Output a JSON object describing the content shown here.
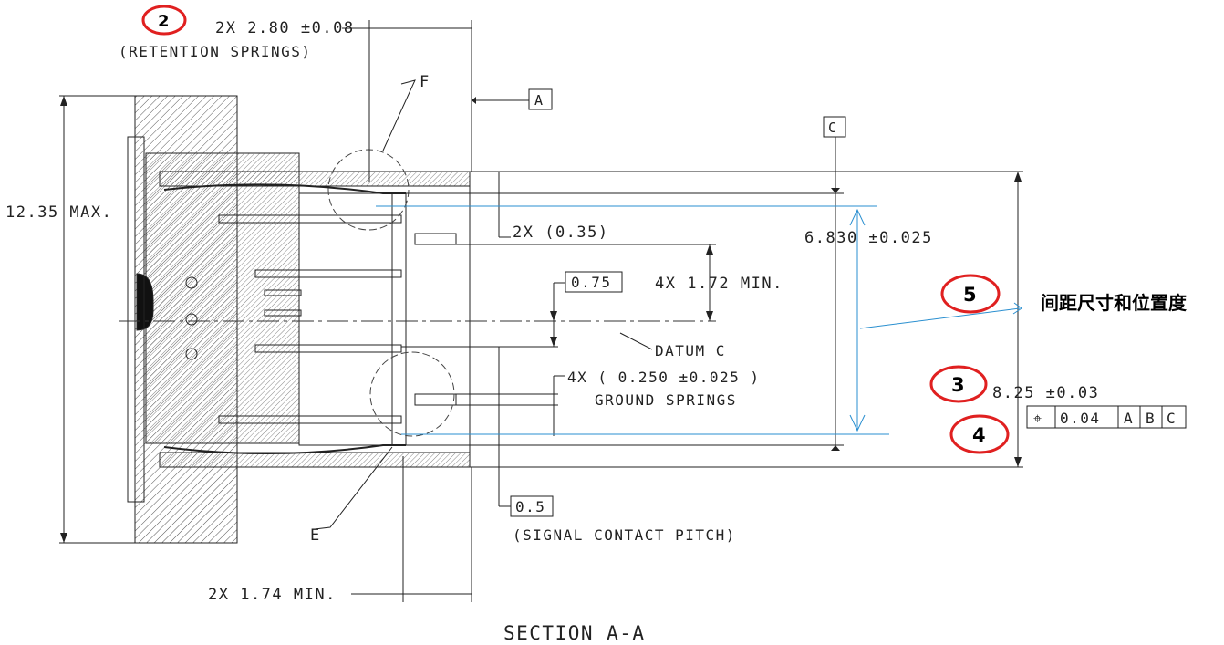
{
  "dims": {
    "retention_springs_dim": "2X 2.80 ±0.08",
    "retention_springs_label": "(RETENTION SPRINGS)",
    "overall_height": "12.35 MAX.",
    "gap_dim": "2X (0.35)",
    "spacing_dim": "6.830 ±0.025",
    "contact_length": "4X 1.72 MIN.",
    "box_075": "0.75",
    "datum_c_label": "DATUM C",
    "ground_springs_dim": "4X ( 0.250 ±0.025 )",
    "ground_springs_label": "GROUND SPRINGS",
    "box_05": "0.5",
    "signal_pitch_label": "(SIGNAL CONTACT PITCH)",
    "min_174": "2X 1.74 MIN.",
    "width_dim": "8.25 ±0.03",
    "section_title": "SECTION A-A"
  },
  "datums": {
    "a": "A",
    "c": "C"
  },
  "detail_labels": {
    "f": "F",
    "e": "E"
  },
  "tolerance_frame": {
    "symbol": "⌖",
    "value": "0.04",
    "datum1": "A",
    "datum2": "B",
    "datum3": "C"
  },
  "callouts": {
    "c2": "2",
    "c3": "3",
    "c4": "4",
    "c5": "5"
  },
  "annotation": {
    "text": "间距尺寸和位置度"
  },
  "colors": {
    "callout_red": "#e02020",
    "annotation_blue": "#2a8fd0",
    "line": "#222222"
  }
}
